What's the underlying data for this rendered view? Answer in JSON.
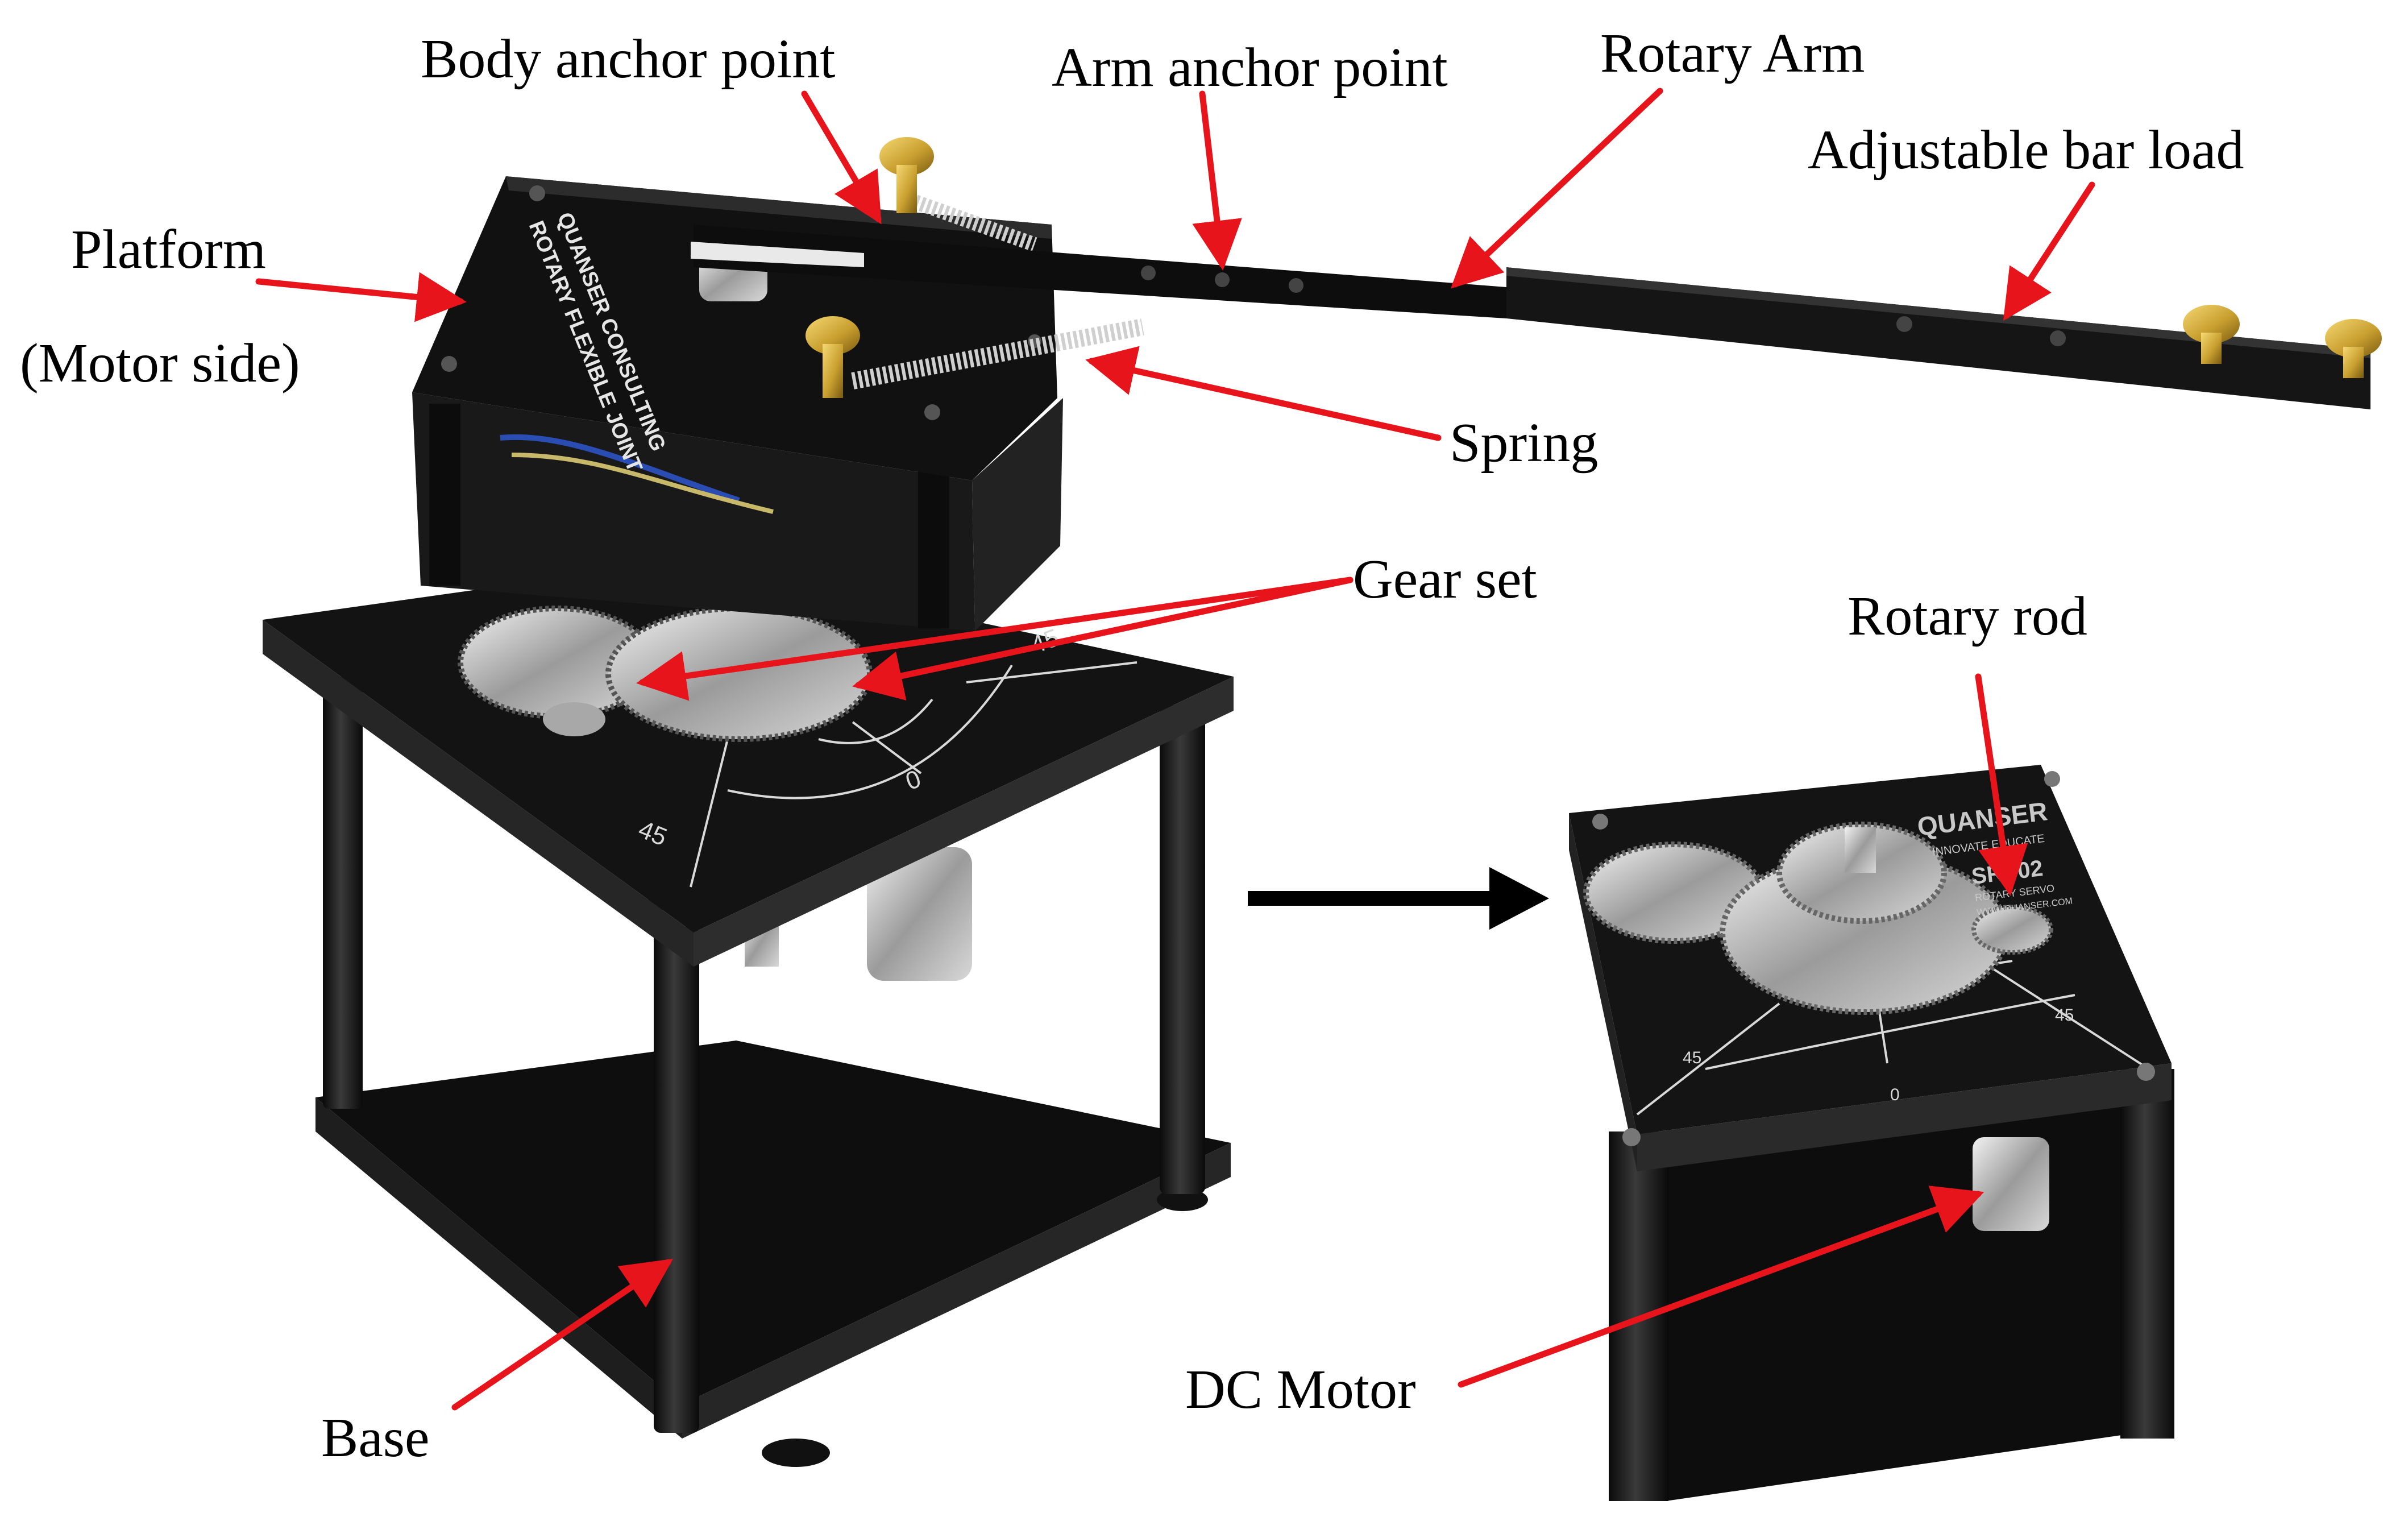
{
  "labels": {
    "body_anchor_point": "Body anchor point",
    "arm_anchor_point": "Arm anchor point",
    "rotary_arm": "Rotary Arm",
    "adjustable_bar_load": "Adjustable bar load",
    "platform": "Platform",
    "motor_side": "(Motor side)",
    "spring": "Spring",
    "gear_set": "Gear set",
    "rotary_rod": "Rotary rod",
    "base": "Base",
    "dc_motor": "DC Motor"
  },
  "device_markings": {
    "platform_text_1": "QUANSER CONSULTING",
    "platform_text_2": "ROTARY FLEXIBLE JOINT",
    "dial_45_left": "45",
    "dial_0": "0",
    "dial_45_right": "45",
    "servo_brand": "QUANSER",
    "servo_tagline": "INNOVATE EDUCATE",
    "servo_model": "SRV02",
    "servo_name": "ROTARY SERVO",
    "servo_url": "WWW.QUANSER.COM"
  },
  "colors": {
    "annotation_arrow": "#e8141b",
    "transition_arrow": "#000000",
    "device_body": "#141414",
    "brass": "#c9a030"
  }
}
